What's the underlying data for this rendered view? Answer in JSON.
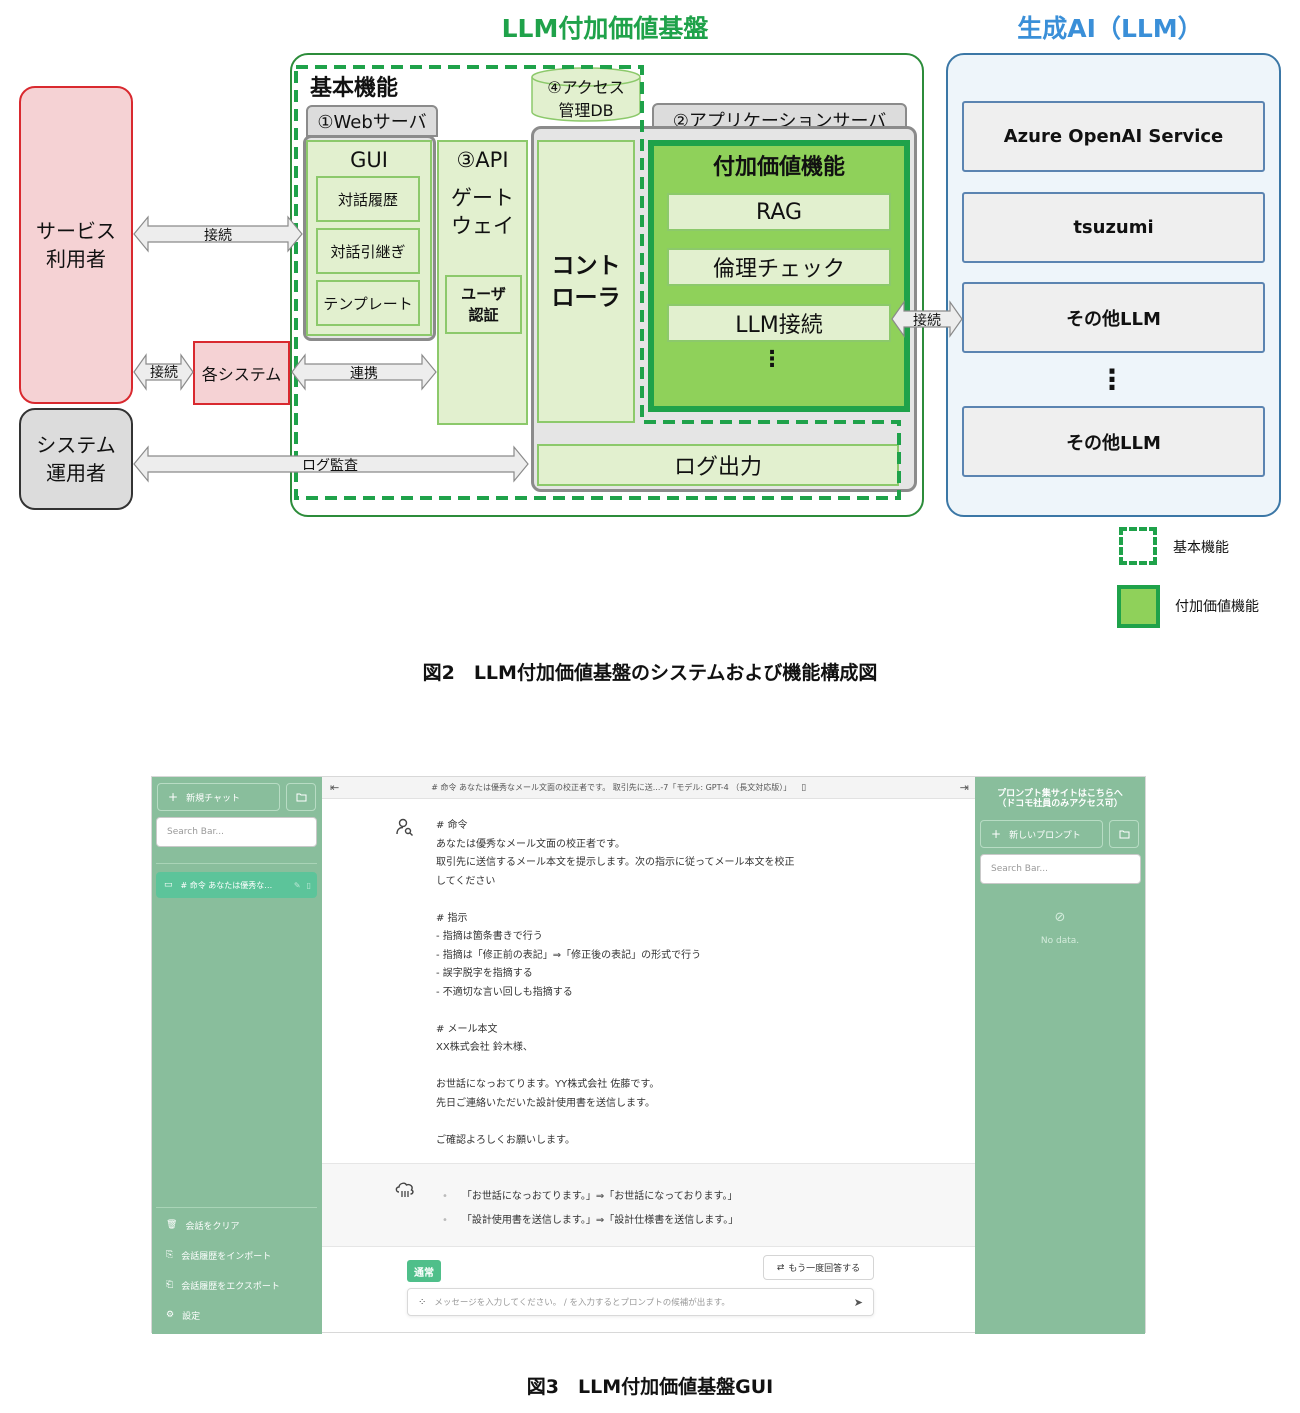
{
  "figure2": {
    "title_platform": "LLM付加価値基盤",
    "title_genai": "生成AI（LLM）",
    "basic_functions": "基本機能",
    "service_user": [
      "サービス",
      "利用者"
    ],
    "system_operator": [
      "システム",
      "運用者"
    ],
    "other_systems": "各システム",
    "web_server": "①Webサーバ",
    "gui": "GUI",
    "gui_items": [
      "対話履歴",
      "対話引継ぎ",
      "テンプレート"
    ],
    "api_gateway_label": "③API",
    "gateway": [
      "ゲート",
      "ウェイ"
    ],
    "user_auth": [
      "ユーザ",
      "認証"
    ],
    "access_db": [
      "④アクセス",
      "管理DB"
    ],
    "app_server": "②アプリケーションサーバ",
    "controller": [
      "コント",
      "ローラ"
    ],
    "value_added": "付加価値機能",
    "value_items": [
      "RAG",
      "倫理チェック",
      "LLM接続"
    ],
    "vdots": "⋮",
    "log_output": "ログ出力",
    "conn_user": "接続",
    "conn_sys": "接続",
    "cooperation": "連携",
    "log_audit": "ログ監査",
    "conn_llm": "接続",
    "llm_services": [
      "Azure OpenAI Service",
      "tsuzumi",
      "その他LLM",
      "その他LLM"
    ],
    "legend": [
      "基本機能",
      "付加価値機能"
    ],
    "caption": "図2　LLM付加価値基盤のシステムおよび機能構成図"
  },
  "figure3": {
    "left": {
      "new_chat": "新規チャット",
      "search_placeholder": "Search Bar...",
      "chat_item": "# 命令 あなたは優秀な…",
      "menu": [
        "会話をクリア",
        "会話履歴をインポート",
        "会話履歴をエクスポート",
        "設定"
      ]
    },
    "header": "# 命令 あなたは優秀なメール文面の校正者です。 取引先に送...-7「モデル: GPT-4 （長文対応版）」",
    "message_lines": [
      "# 命令",
      "あなたは優秀なメール文面の校正者です。",
      "取引先に送信するメール本文を提示します。次の指示に従ってメール本文を校正",
      "してください",
      "",
      "# 指示",
      "- 指摘は箇条書きで行う",
      "- 指摘は「修正前の表記」⇒「修正後の表記」の形式で行う",
      "- 誤字脱字を指摘する",
      "- 不適切な言い回しも指摘する",
      "",
      "# メール本文",
      "XX株式会社 鈴木様、",
      "",
      "お世話になっおてります。YY株式会社 佐藤です。",
      "先日ご連絡いただいた設計使用書を送信します。",
      "",
      "ご確認よろしくお願いします。"
    ],
    "reply_lines": [
      "「お世話になっおてります。」⇒「お世話になっております。」",
      "「設計使用書を送信します。」⇒「設計仕様書を送信します。」"
    ],
    "mode_badge": "通常",
    "regenerate": "もう一度回答する",
    "input_placeholder": "メッセージを入力してください。 / を入力するとプロンプトの候補が出ます。",
    "right": {
      "title_line1": "プロンプト集サイトはこちらへ",
      "title_line2": "（ドコモ社員のみアクセス可）",
      "new_prompt": "新しいプロンプト",
      "search_placeholder": "Search Bar...",
      "empty": "No data."
    },
    "caption": "図3　LLM付加価値基盤GUI"
  },
  "colors": {
    "green_title": "#1fa24a",
    "blue_title": "#3a8fd8",
    "gui_sidebar": "#89be9c",
    "badge": "#4fbf8a"
  }
}
